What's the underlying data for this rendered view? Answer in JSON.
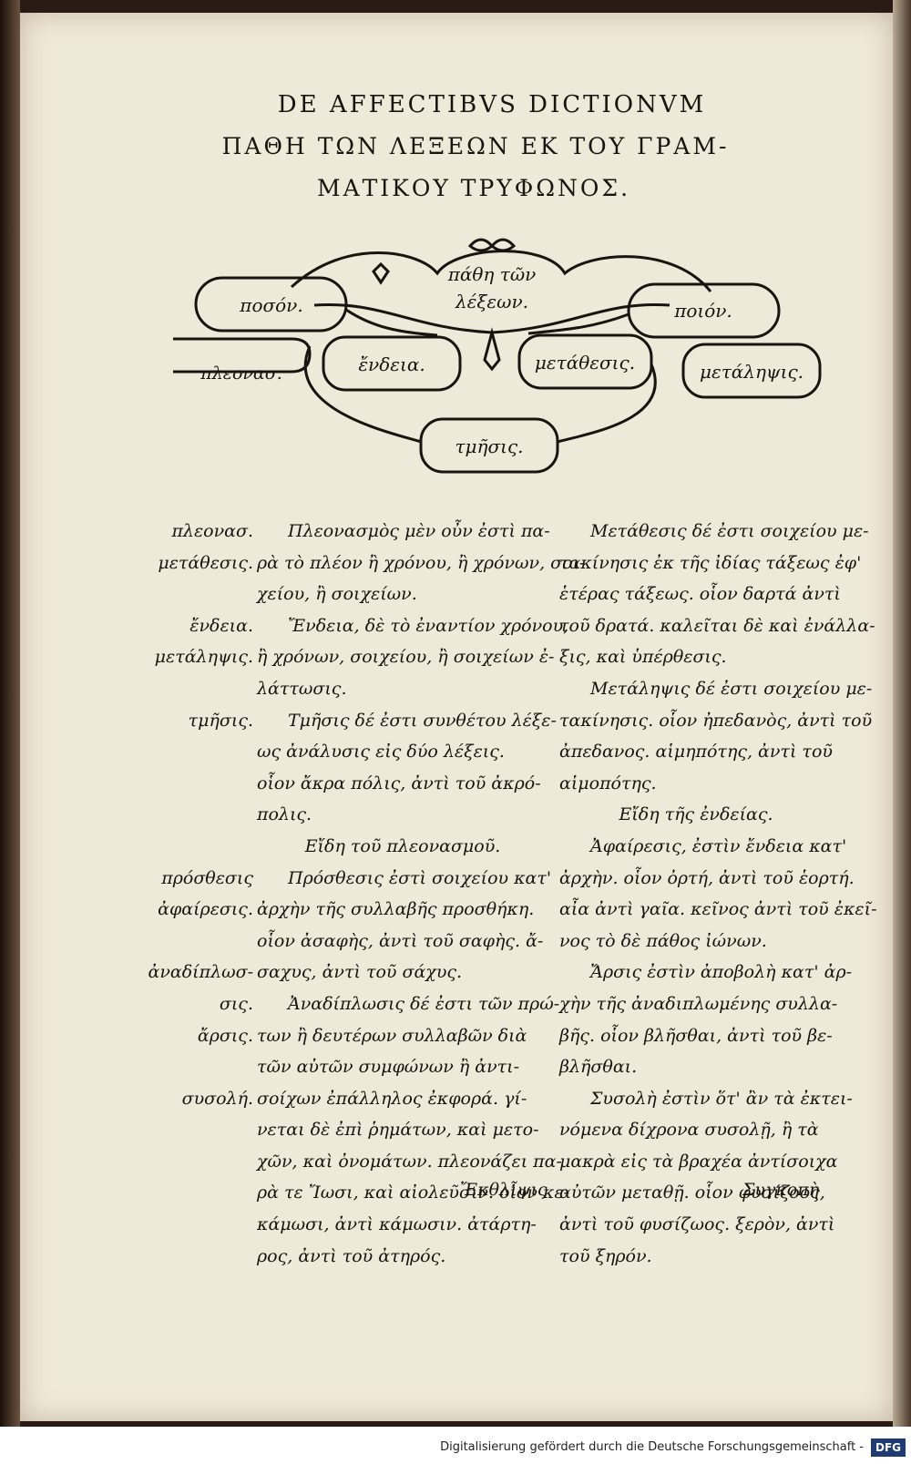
{
  "heading": {
    "line1": "DE AFFECTIBVS DICTIONVM",
    "line2": "ΠΑΘΗ ΤΩΝ ΛΕΞΕΩΝ ΕΚ ΤΟΥ ΓΡΑΜ-",
    "line3": "ΜΑΤΙΚΟΥ ΤΡΥΦΩΝΟΣ."
  },
  "diagram": {
    "center": [
      "πάθη τῶν",
      "λέξεων."
    ],
    "poson": "ποσόν.",
    "poion": "ποιόν.",
    "pleonasm": "πλεονασ.",
    "endeia": "ἔνδεια.",
    "metathesis": "μετάθεσις.",
    "metalepsis": "μετάληψις.",
    "tmesis": "τμῆσις."
  },
  "margin_notes": [
    "πλεονασ.",
    "μετάθεσις.",
    "",
    "ἔνδεια.",
    "μετάληψις.",
    "",
    "τμῆσις.",
    "",
    "",
    "",
    "",
    "πρόσθεσις",
    "ἀφαίρεσις.",
    "",
    "ἀναδίπλωσ-",
    "σις.",
    "ἄρσις.",
    "",
    "συσολή."
  ],
  "left_column": [
    "Πλεονασμὸς μὲν οὖν ἐστὶ πα-",
    "ρὰ τὸ πλέον ἢ χρόνου, ἢ χρόνων, σοι-",
    "χείου, ἢ σοιχείων.",
    "Ἔνδεια, δὲ τὸ ἐναντίον χρόνου,",
    "ἢ χρόνων, σοιχείου, ἢ σοιχείων ἐ-",
    "λάττωσις.",
    "Τμῆσις δέ ἐστι συνθέτου λέξε-",
    "ως ἀνάλυσις εἰς δύο λέξεις.",
    "οἷον ἄκρα πόλις, ἀντὶ τοῦ ἀκρό-",
    "πολις.",
    "Εἴδη τοῦ πλεονασμοῦ.",
    "Πρόσθεσις ἐστὶ σοιχείου κατ'",
    "ἀρχὴν τῆς συλλαβῆς προσθήκη.",
    "οἷον ἀσαφὴς, ἀντὶ τοῦ σαφὴς. ἄ-",
    "σαχυς, ἀντὶ τοῦ σάχυς.",
    "Ἀναδίπλωσις δέ ἐστι τῶν πρώ-",
    "των ἢ δευτέρων συλλαβῶν διὰ",
    "τῶν αὐτῶν συμφώνων ἢ ἀντι-",
    "σοίχων ἐπάλληλος ἐκφορά. γί-",
    "νεται δὲ ἐπὶ ῥημάτων, καὶ μετο-",
    "χῶν, καὶ ὀνομάτων. πλεονάζει πα-",
    "ρὰ τε Ἴωσι, καὶ αἰολεῦσιν. οἷον κε-",
    "κάμωσι, ἀντὶ κάμωσιν. ἀτάρτη-",
    "ρος, ἀντὶ τοῦ ἀτηρός."
  ],
  "right_column": [
    "Μετάθεσις δέ ἐστι σοιχείου με-",
    "τακίνησις ἐκ τῆς ἰδίας τάξεως ἐφ'",
    "ἑτέρας τάξεως. οἷον δαρτά ἀντὶ",
    "τοῦ δρατά. καλεῖται δὲ καὶ ἐνάλλα-",
    "ξις, καὶ ὑπέρθεσις.",
    "Μετάληψις δέ ἐστι σοιχείου με-",
    "τακίνησις. οἷον ἠπεδανὸς, ἀντὶ τοῦ",
    "ἀπεδανος. αἱμηπότης, ἀντὶ τοῦ",
    "αἱμοπότης.",
    "Εἴδη τῆς ἐνδείας.",
    "Ἀφαίρεσις, ἐστὶν ἔνδεια κατ'",
    "ἀρχὴν. οἷον ὀρτή, ἀντὶ τοῦ ἑορτή.",
    "αἶα ἀντὶ γαῖα. κεῖνος ἀντὶ τοῦ ἐκεῖ-",
    "νος τὸ δὲ πάθος ἰώνων.",
    "Ἄρσις ἐστὶν ἀποβολὴ κατ' ἀρ-",
    "χὴν τῆς ἀναδιπλωμένης συλλα-",
    "βῆς. οἷον βλῆσθαι, ἀντὶ τοῦ βε-",
    "βλῆσθαι.",
    "Συσολὴ ἐστὶν ὅτ' ἂν τὰ ἐκτει-",
    "νόμενα δίχρονα συσολῇ, ἢ τὰ",
    "μακρὰ εἰς τὰ βραχέα ἀντίσοιχα",
    "αὐτῶν μεταθῇ. οἷον φυσίζοος,",
    "ἀντὶ τοῦ φυσίζωος. ξερὸν, ἀντὶ",
    "τοῦ ξηρόν."
  ],
  "catchwords": {
    "left": "Ἔκθλιψις",
    "right": "Συγκοπὴ"
  },
  "footer": {
    "text": "Digitalisierung gefördert durch die Deutsche Forschungsgemeinschaft -",
    "logo": "DFG"
  }
}
